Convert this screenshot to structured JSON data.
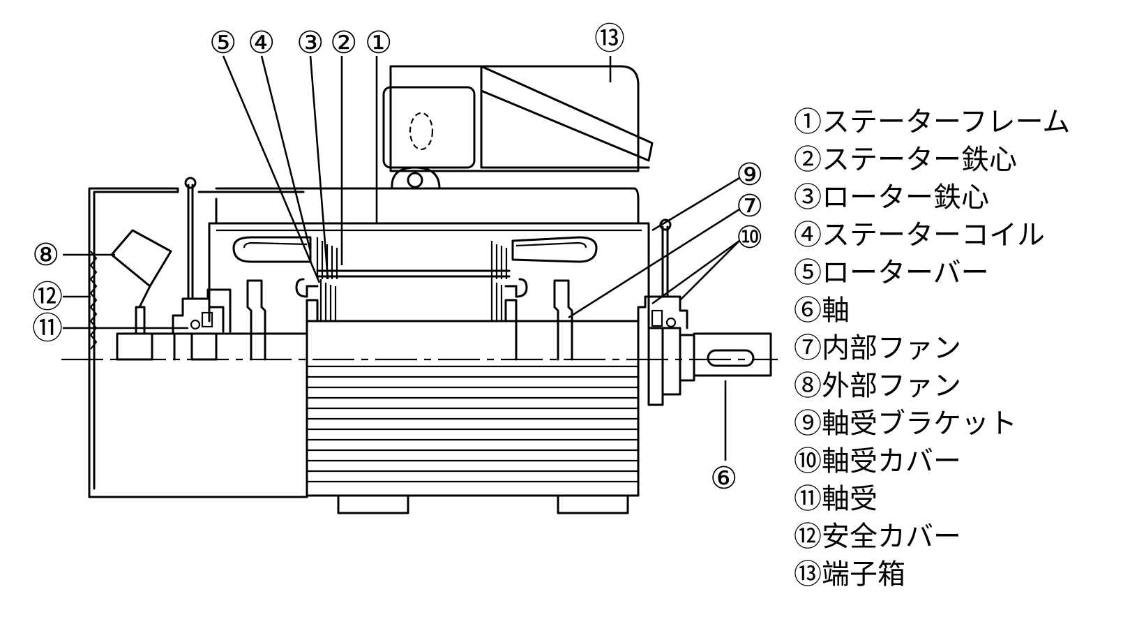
{
  "diagram": {
    "callouts": {
      "c1": "①",
      "c2": "②",
      "c3": "③",
      "c4": "④",
      "c5": "⑤",
      "c6": "⑥",
      "c7": "⑦",
      "c8": "⑧",
      "c9": "⑨",
      "c10": "⑩",
      "c11": "⑪",
      "c12": "⑫",
      "c13": "⑬"
    }
  },
  "legend": {
    "items": [
      "①ステーターフレーム",
      "②ステーター鉄心",
      "③ローター鉄心",
      "④ステーターコイル",
      "⑤ローターバー",
      "⑥軸",
      "⑦内部ファン",
      "⑧外部ファン",
      "⑨軸受ブラケット",
      "⑩軸受カバー",
      "⑪軸受",
      "⑫安全カバー",
      "⑬端子箱"
    ]
  }
}
